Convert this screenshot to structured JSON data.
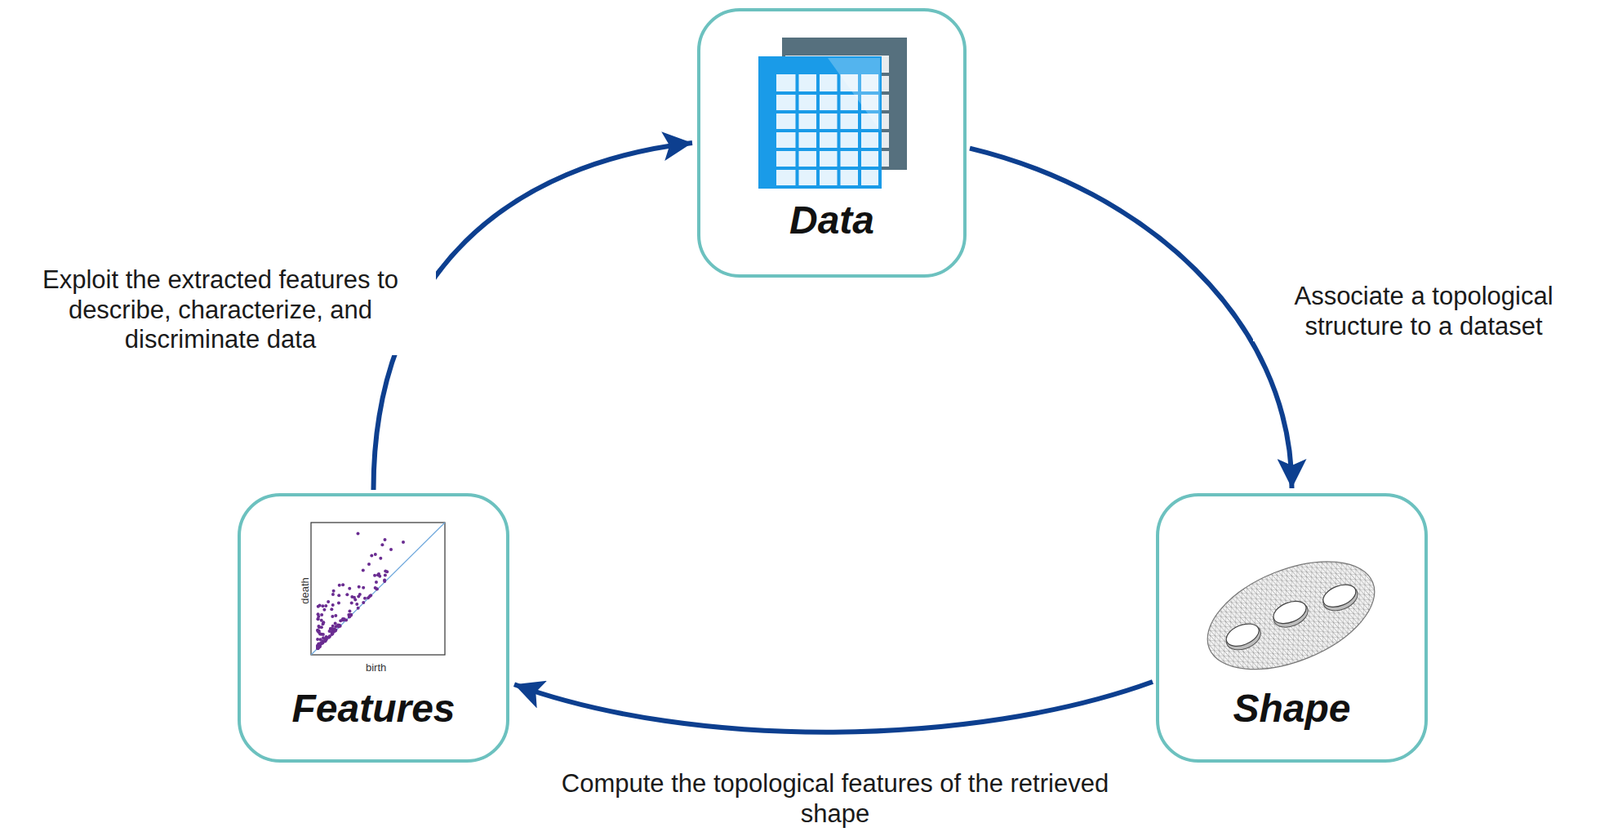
{
  "diagram": {
    "nodes": [
      {
        "text": [
          "Data"
        ]
      },
      {
        "text": [
          "Shape"
        ]
      },
      {
        "text": [
          "Features"
        ]
      }
    ],
    "edges": [
      {
        "from": 0,
        "to": 1,
        "arrow": "to",
        "label": "Associate a topological structure to a dataset"
      },
      {
        "from": 1,
        "to": 2,
        "arrow": "to",
        "label": "Compute the topological features of the retrieved shape"
      },
      {
        "from": 2,
        "to": 0,
        "arrow": "to",
        "label": "Exploit the extracted features to describe, characterize, and discriminate data"
      }
    ],
    "labels": [
      "death",
      "birth"
    ]
  }
}
